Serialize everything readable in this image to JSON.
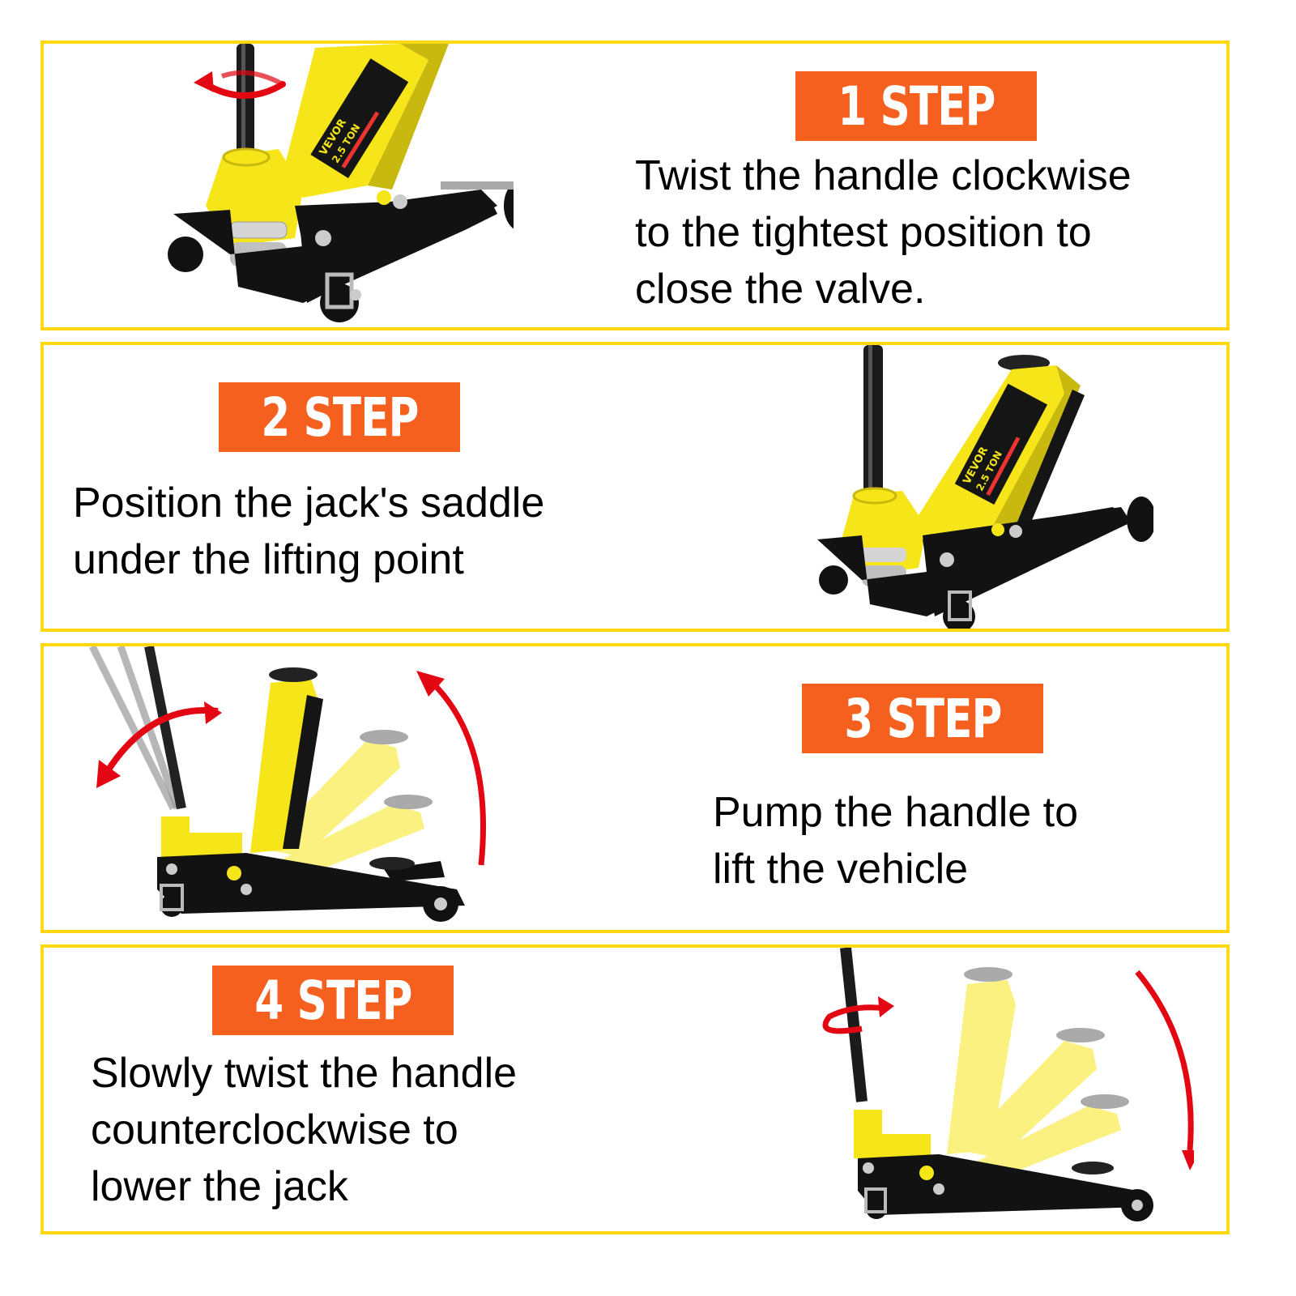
{
  "colors": {
    "panel_border": "#ffd814",
    "badge_bg": "#f5601e",
    "badge_text": "#ffffff",
    "body_text": "#000000",
    "jack_yellow": "#f6e619",
    "jack_black": "#111111",
    "arrow_red": "#e30613"
  },
  "steps": [
    {
      "badge": "1 STEP",
      "text": "Twist the handle clockwise\nto the tightest position to\nclose the valve.",
      "illustration": {
        "subject": "floor-jack",
        "brand_label": "VEVOR",
        "capacity_label": "2.5 TON",
        "arrow": "rotate-clockwise-arrow"
      }
    },
    {
      "badge": "2 STEP",
      "text": "Position the jack's saddle\nunder the lifting point",
      "illustration": {
        "subject": "floor-jack",
        "brand_label": "VEVOR",
        "capacity_label": "2.5 TON"
      }
    },
    {
      "badge": "3 STEP",
      "text": "Pump the handle to\nlift the vehicle",
      "illustration": {
        "subject": "floor-jack-side-view",
        "arrows": [
          "pump-handle-arrow",
          "lift-arc-arrow"
        ]
      }
    },
    {
      "badge": "4 STEP",
      "text": "Slowly twist the handle\ncounterclockwise to\nlower the jack",
      "illustration": {
        "subject": "floor-jack-side-view",
        "arrows": [
          "rotate-counterclockwise-arrow",
          "lower-arc-arrow"
        ]
      }
    }
  ]
}
